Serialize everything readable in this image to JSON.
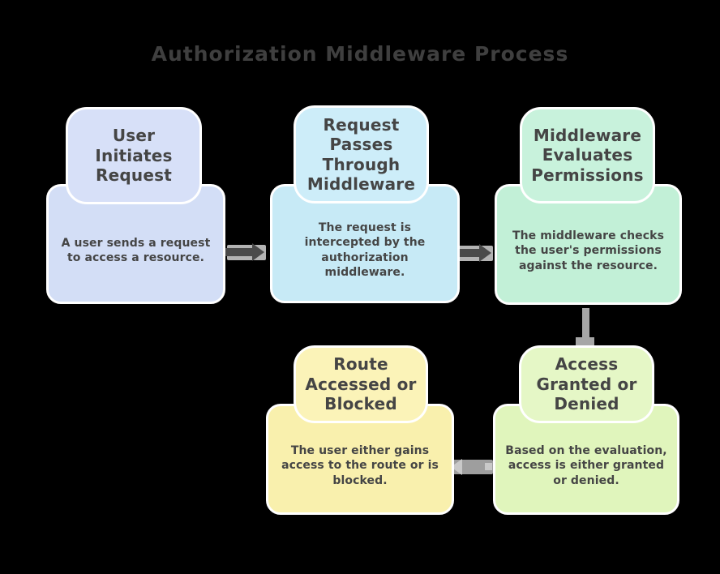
{
  "title": "Authorization Middleware Process",
  "colors": {
    "background": "#000000",
    "card_border": "#ffffff",
    "title_text": "#3f3f3f",
    "node_text": "#454545",
    "connector_dark": "#4a4a4a",
    "connector_light": "#b3b3b3",
    "connector_mid": "#9e9e9e",
    "connector_pale": "#c9c9c9"
  },
  "nodes": [
    {
      "id": "user-initiates-request",
      "title": "User\nInitiates\nRequest",
      "description": "A user sends a request\nto access a resource.",
      "header_color": "#d7e0f8",
      "body_color": "#d3def6"
    },
    {
      "id": "request-passes-through-middleware",
      "title": "Request\nPasses\nThrough\nMiddleware",
      "description": "The request is\nintercepted by the\nauthorization\nmiddleware.",
      "header_color": "#cdedf9",
      "body_color": "#c7eaf6"
    },
    {
      "id": "middleware-evaluates-permissions",
      "title": "Middleware\nEvaluates\nPermissions",
      "description": "The middleware checks\nthe user's permissions\nagainst the resource.",
      "header_color": "#c8f2dc",
      "body_color": "#c2f0d7"
    },
    {
      "id": "route-accessed-or-blocked",
      "title": "Route\nAccessed or\nBlocked",
      "description": "The user either gains\naccess to the route or is\nblocked.",
      "header_color": "#fbf3b8",
      "body_color": "#f9f0ad"
    },
    {
      "id": "access-granted-or-denied",
      "title": "Access\nGranted or\nDenied",
      "description": "Based on the evaluation,\naccess is either granted\nor denied.",
      "header_color": "#e5f7c6",
      "body_color": "#e0f5bc"
    }
  ],
  "connectors": [
    {
      "from": "user-initiates-request",
      "to": "request-passes-through-middleware",
      "direction": "right"
    },
    {
      "from": "request-passes-through-middleware",
      "to": "middleware-evaluates-permissions",
      "direction": "right"
    },
    {
      "from": "middleware-evaluates-permissions",
      "to": "access-granted-or-denied",
      "direction": "down"
    },
    {
      "from": "access-granted-or-denied",
      "to": "route-accessed-or-blocked",
      "direction": "left"
    }
  ]
}
